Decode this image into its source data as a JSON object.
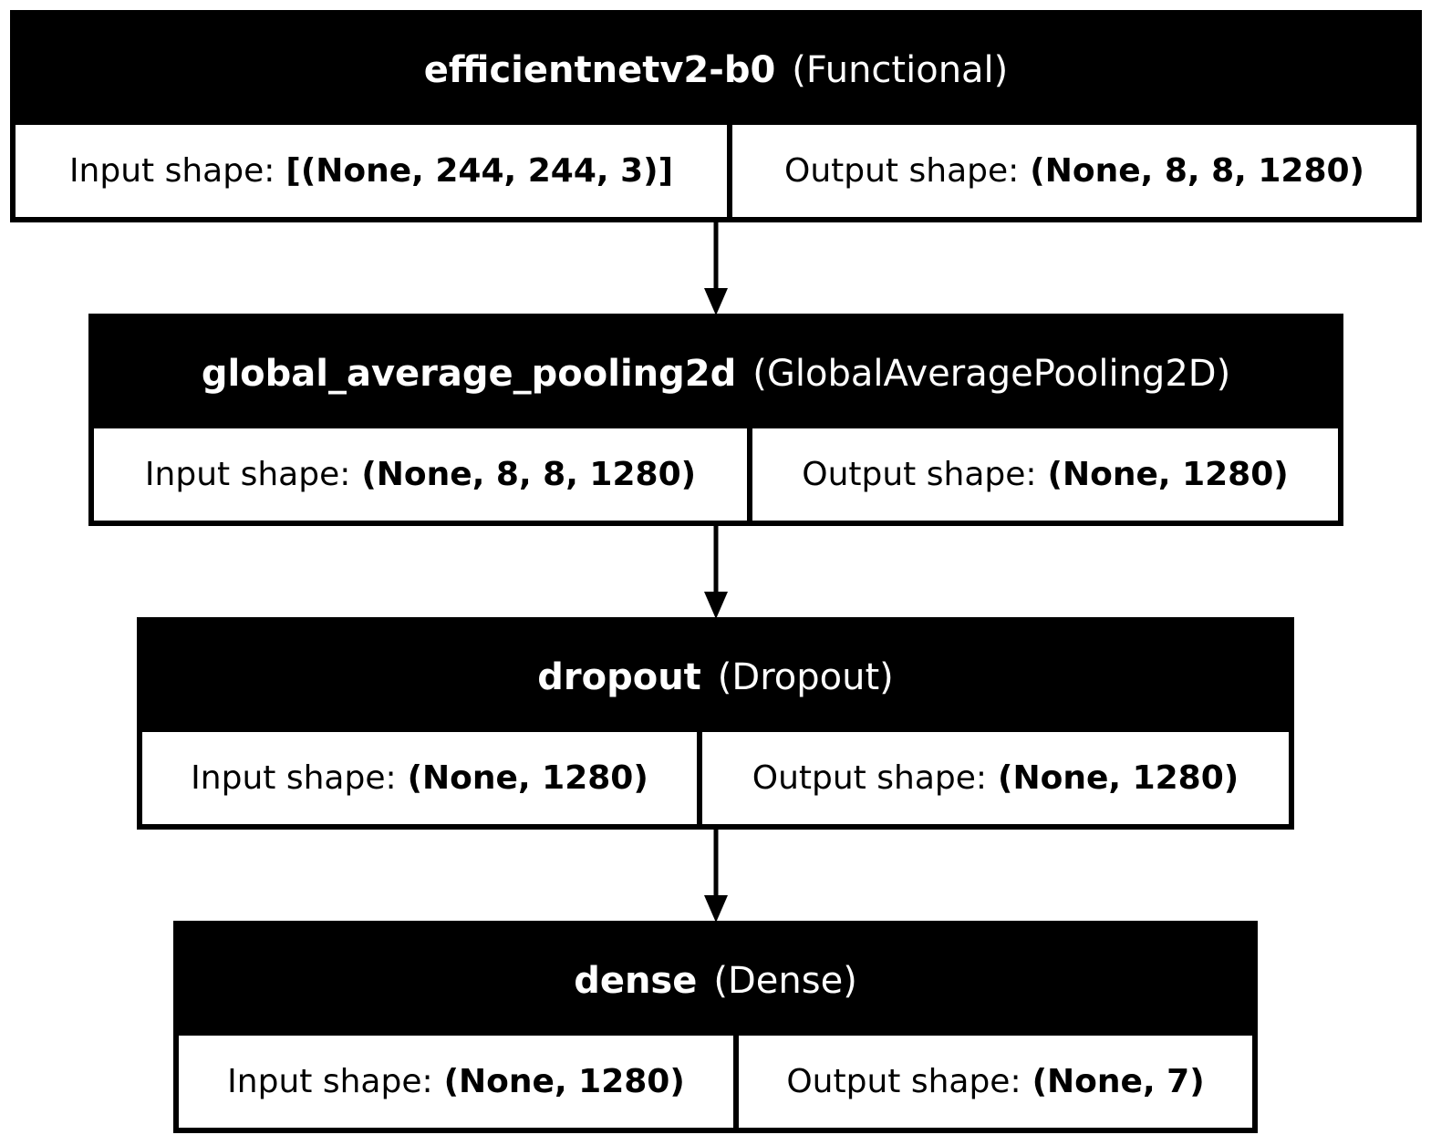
{
  "layers": [
    {
      "name": "efficientnetv2-b0",
      "type": "(Functional)",
      "input_label": "Input shape:",
      "input_shape": "[(None, 244, 244, 3)]",
      "output_label": "Output shape:",
      "output_shape": "(None, 8, 8, 1280)"
    },
    {
      "name": "global_average_pooling2d",
      "type": "(GlobalAveragePooling2D)",
      "input_label": "Input shape:",
      "input_shape": "(None, 8, 8, 1280)",
      "output_label": "Output shape:",
      "output_shape": "(None, 1280)"
    },
    {
      "name": "dropout",
      "type": "(Dropout)",
      "input_label": "Input shape:",
      "input_shape": "(None, 1280)",
      "output_label": "Output shape:",
      "output_shape": "(None, 1280)"
    },
    {
      "name": "dense",
      "type": "(Dense)",
      "input_label": "Input shape:",
      "input_shape": "(None, 1280)",
      "output_label": "Output shape:",
      "output_shape": "(None, 7)"
    }
  ],
  "edges": [
    {
      "from": "efficientnetv2-b0",
      "to": "global_average_pooling2d"
    },
    {
      "from": "global_average_pooling2d",
      "to": "dropout"
    },
    {
      "from": "dropout",
      "to": "dense"
    }
  ],
  "colors": {
    "header_background": "#000000",
    "header_text": "#ffffff",
    "border": "#000000",
    "cell_background": "#ffffff"
  }
}
